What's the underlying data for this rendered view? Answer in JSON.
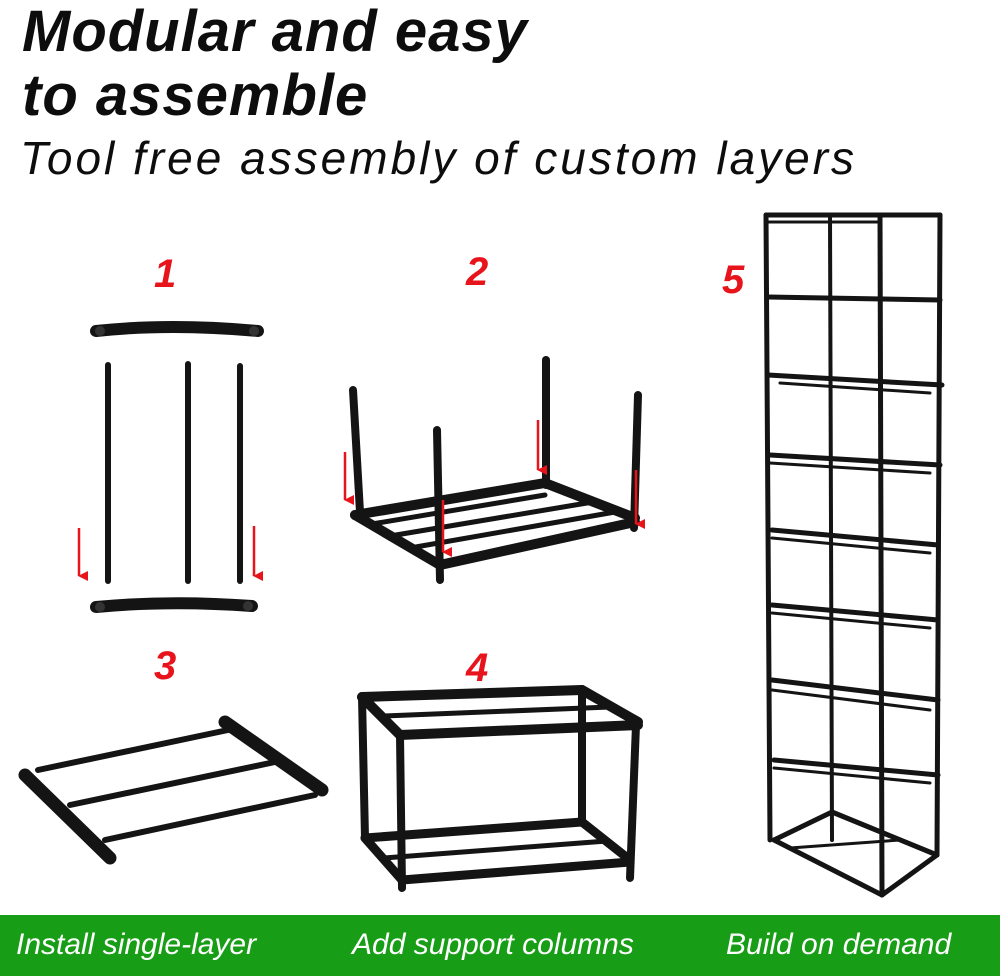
{
  "header": {
    "title_line1": "Modular and easy",
    "title_line2": "to assemble",
    "subtitle": "Tool free assembly of custom layers"
  },
  "steps": [
    {
      "number": "1",
      "description": "two end brackets and three rods"
    },
    {
      "number": "2",
      "description": "support columns inserted into a single-layer frame"
    },
    {
      "number": "3",
      "description": "single-layer frame"
    },
    {
      "number": "4",
      "description": "two-layer frame"
    },
    {
      "number": "5",
      "description": "tall multi-layer shelf rack"
    }
  ],
  "footer": {
    "labels": [
      "Install single-layer",
      "Add support columns",
      "Build on demand"
    ]
  },
  "colors": {
    "text": "#0d0d0d",
    "step_number": "#e8141c",
    "arrow": "#e8141c",
    "frame": "#141414",
    "footer_bg": "#189e16",
    "footer_text": "#ffffff"
  }
}
